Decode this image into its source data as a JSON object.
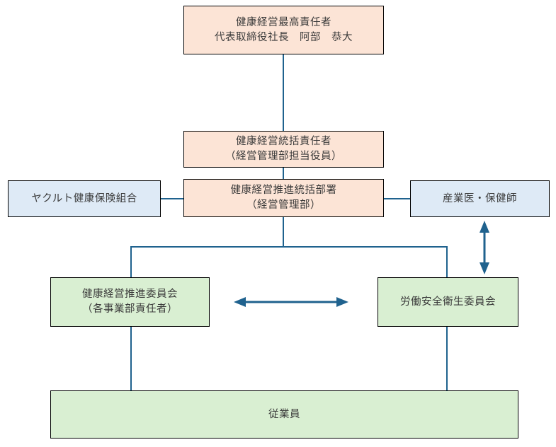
{
  "colors": {
    "pink_fill": "#FCE4D6",
    "blue_fill": "#DEEAF6",
    "green_fill": "#D9EFD2",
    "connector": "#1F628E",
    "border": "#000000",
    "text": "#3A3A3A",
    "background": "#FFFFFF"
  },
  "boxes": {
    "chief": {
      "line1": "健康経営最高責任者",
      "line2": "代表取締役社長　阿部　恭大"
    },
    "supervisor": {
      "line1": "健康経営統括責任者",
      "line2": "（経営管理部担当役員）"
    },
    "promotion_dept": {
      "line1": "健康経営推進統括部署",
      "line2": "（経営管理部）"
    },
    "insurance_union": {
      "line1": "ヤクルト健康保険組合"
    },
    "occupational_health": {
      "line1": "産業医・保健師"
    },
    "promotion_committee": {
      "line1": "健康経営推進委員会",
      "line2": "（各事業部責任者）"
    },
    "safety_committee": {
      "line1": "労働安全衛生委員会"
    },
    "employees": {
      "line1": "従業員"
    }
  }
}
